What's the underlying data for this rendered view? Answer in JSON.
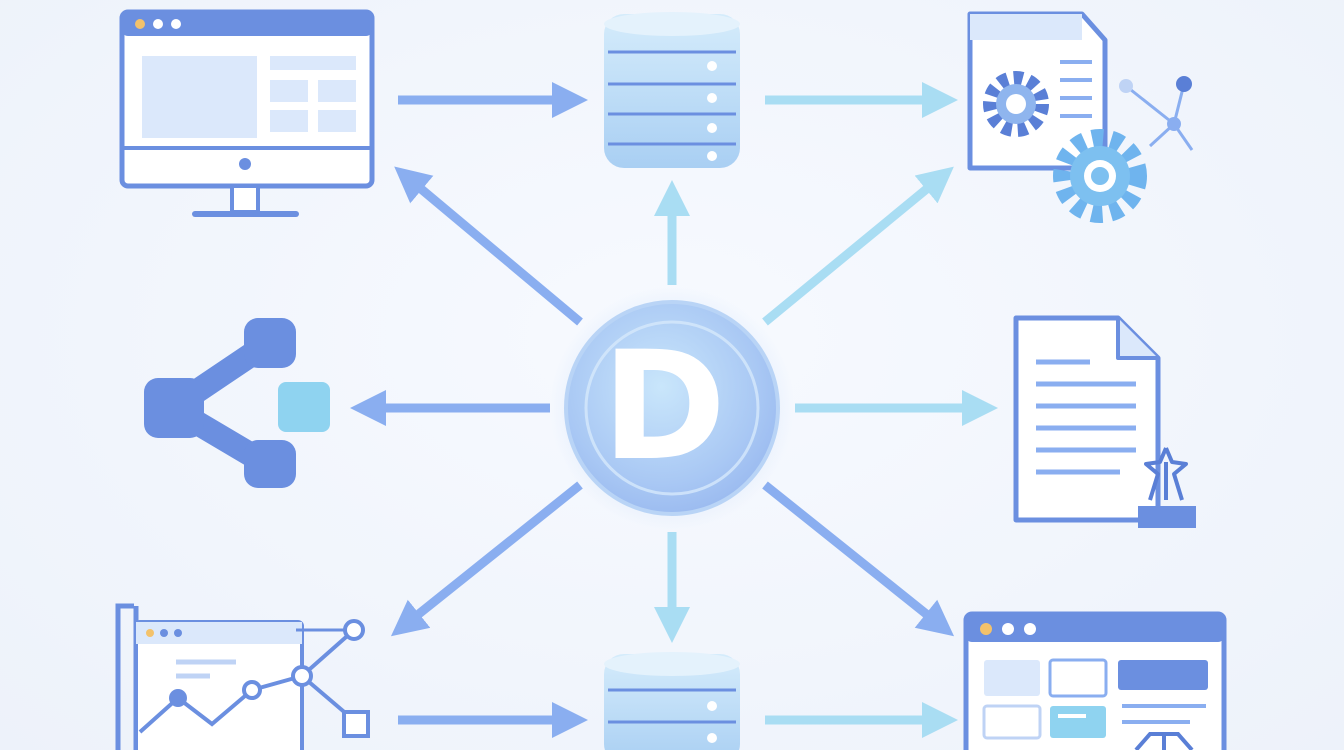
{
  "hub": {
    "letter": "D"
  },
  "nodes": [
    {
      "id": "monitor",
      "icon": "desktop-monitor-icon"
    },
    {
      "id": "database-top",
      "icon": "database-icon"
    },
    {
      "id": "config-document",
      "icon": "gear-document-icon"
    },
    {
      "id": "share-network",
      "icon": "share-network-icon"
    },
    {
      "id": "text-document",
      "icon": "document-icon"
    },
    {
      "id": "analytics-window",
      "icon": "line-chart-window-icon"
    },
    {
      "id": "database-bottom",
      "icon": "database-icon"
    },
    {
      "id": "dashboard-window",
      "icon": "dashboard-window-icon"
    }
  ],
  "colors": {
    "primary": "#6b8fe0",
    "primary_dark": "#5a7fd6",
    "light_fill": "#dbe8fb",
    "cyan": "#8fd3f0",
    "arrow_blue": "#8aaef0",
    "arrow_cyan": "#a9ddf3",
    "window_yellow": "#f3c26b"
  }
}
